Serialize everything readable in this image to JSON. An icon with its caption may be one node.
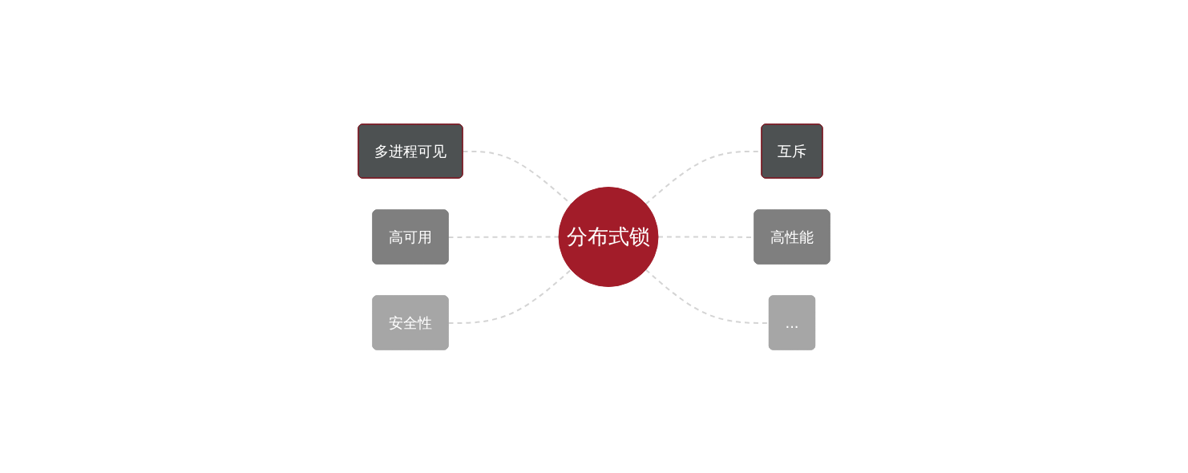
{
  "diagram": {
    "nodes": [
      {
        "text": [
          "多进程可见"
        ]
      },
      {
        "text": [
          "互斥"
        ]
      },
      {
        "text": [
          "高可用"
        ]
      },
      {
        "text": [
          "分布式锁"
        ]
      },
      {
        "text": [
          "高性能"
        ]
      },
      {
        "text": [
          "安全性"
        ]
      },
      {
        "text": [
          "..."
        ]
      }
    ],
    "edges": [
      {
        "from": 0,
        "to": 3,
        "arrow": "none",
        "style": "dashed"
      },
      {
        "from": 2,
        "to": 3,
        "arrow": "none",
        "style": "dashed"
      },
      {
        "from": 5,
        "to": 3,
        "arrow": "none",
        "style": "dashed"
      },
      {
        "from": 3,
        "to": 1,
        "arrow": "none",
        "style": "dashed"
      },
      {
        "from": 3,
        "to": 4,
        "arrow": "none",
        "style": "dashed"
      },
      {
        "from": 3,
        "to": 6,
        "arrow": "none",
        "style": "dashed"
      }
    ]
  }
}
